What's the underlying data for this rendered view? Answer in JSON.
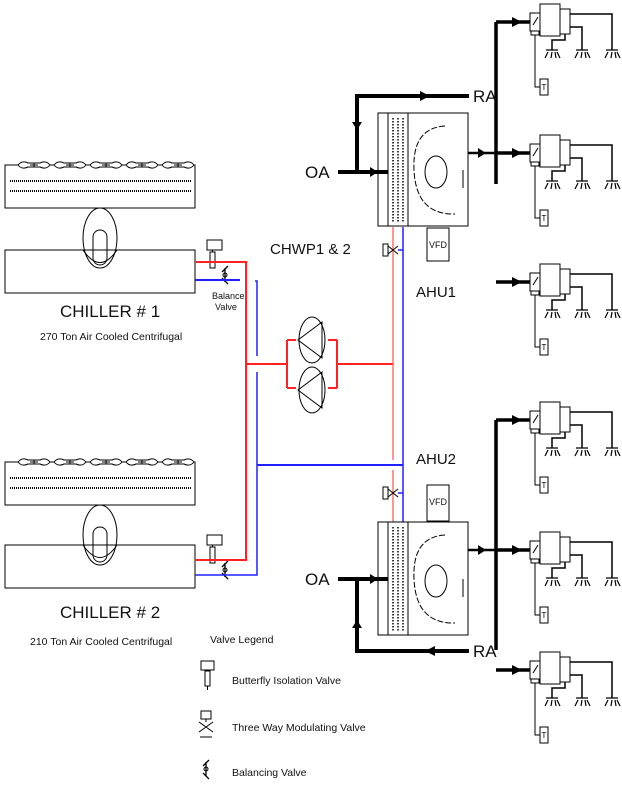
{
  "title": "Chilled Water Plant and Air Handling System Schematic",
  "chillers": [
    {
      "name": "CHILLER # 1",
      "description": "270 Ton Air Cooled Centrifugal"
    },
    {
      "name": "CHILLER # 2",
      "description": "210 Ton Air Cooled Centrifugal"
    }
  ],
  "balance_valve_label_line1": "Balance",
  "balance_valve_label_line2": "Valve",
  "pumps_label": "CHWP1 & 2",
  "ahus": [
    {
      "name": "AHU1",
      "vfd_label": "VFD",
      "oa_label": "OA",
      "ra_label": "RA"
    },
    {
      "name": "AHU2",
      "vfd_label": "VFD",
      "oa_label": "OA",
      "ra_label": "RA"
    }
  ],
  "vav_boxes_per_ahu": 3,
  "diffusers_per_vav": 3,
  "thermostat_glyph": "T",
  "legend": {
    "title": "Valve Legend",
    "items": [
      {
        "icon": "butterfly-isolation-valve",
        "label": "Butterfly Isolation Valve"
      },
      {
        "icon": "three-way-modulating-valve",
        "label": "Three Way Modulating Valve"
      },
      {
        "icon": "balancing-valve",
        "label": "Balancing Valve"
      }
    ]
  },
  "colors": {
    "supply_water": "#ff2020",
    "return_water": "#2020ff",
    "duct": "#000000"
  }
}
